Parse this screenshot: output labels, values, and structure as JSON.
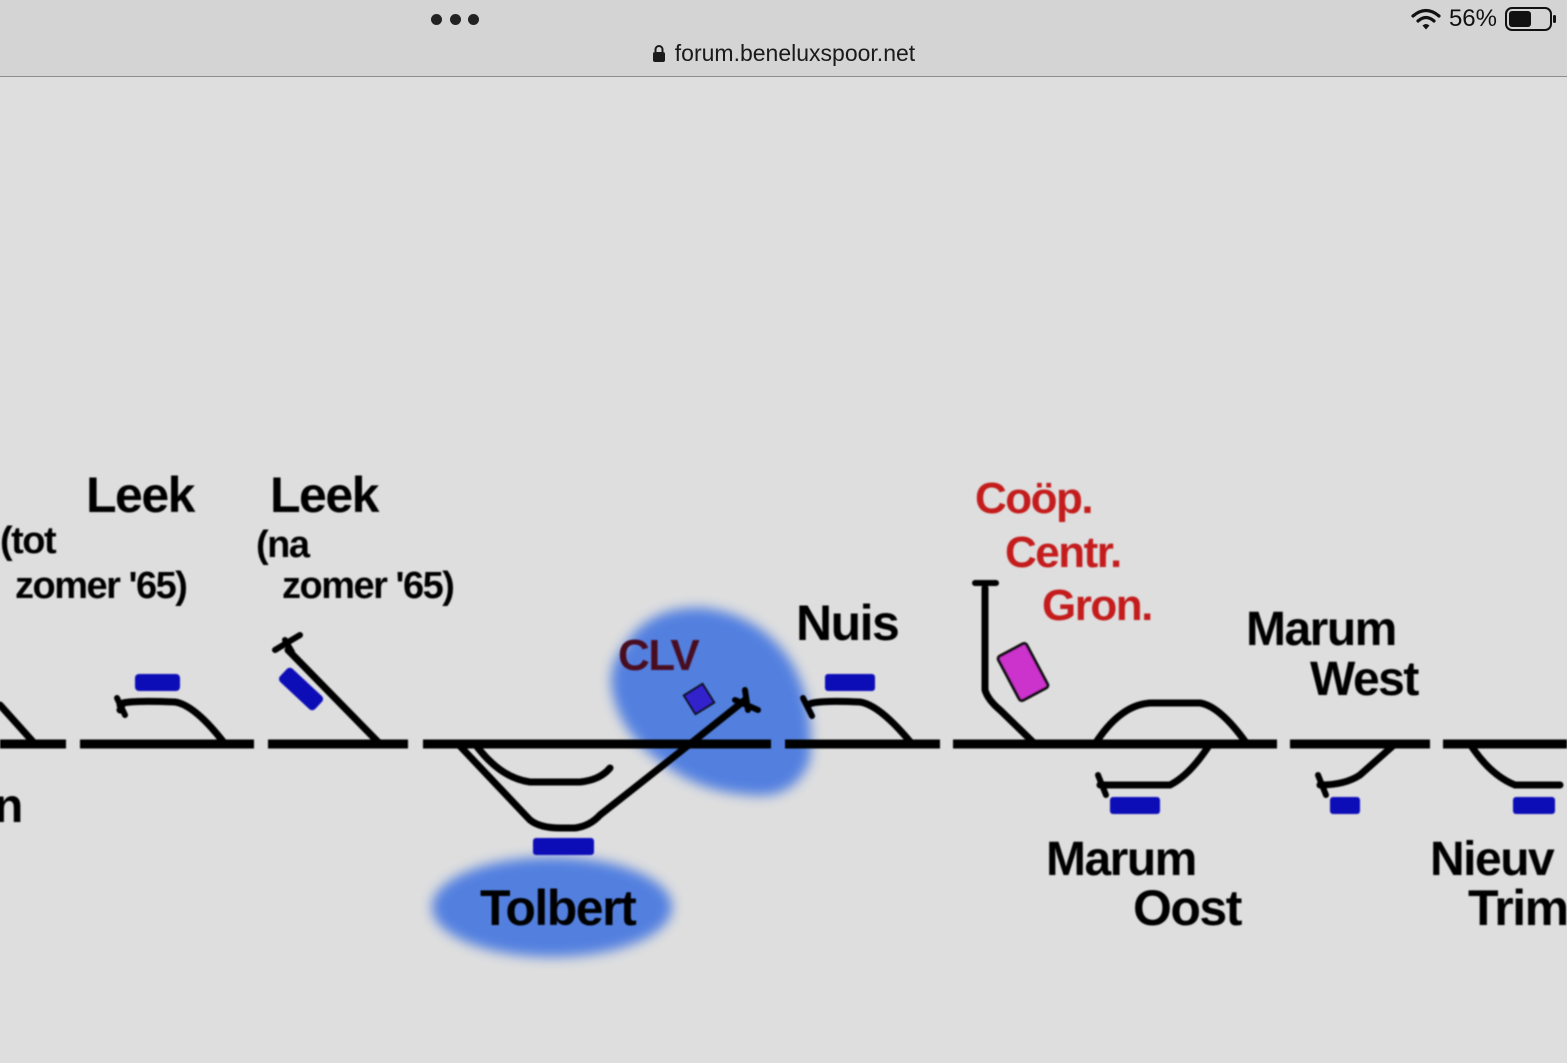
{
  "browser": {
    "url": "forum.beneluxspoor.net",
    "battery_percent": "56%",
    "battery_level": 0.56,
    "icons": [
      "more-dots-icon",
      "lock-icon",
      "wifi-icon",
      "battery-icon"
    ]
  },
  "diagram": {
    "colors": {
      "track": "#000000",
      "platform": "#0a0ab8",
      "highlight": "#3a6fe0",
      "industry_label": "#c41a1a",
      "industry_block": "#cc33cc"
    },
    "stations": {
      "partial_left": "n",
      "leek_old": {
        "name": "Leek",
        "note_1": "(tot",
        "note_2": "zomer '65)"
      },
      "leek_new": {
        "name": "Leek",
        "note_1": "(na",
        "note_2": "zomer '65)"
      },
      "tolbert": "Tolbert",
      "clv": "CLV",
      "nuis": "Nuis",
      "coop": {
        "line_1": "Coöp.",
        "line_2": "Centr.",
        "line_3": "Gron."
      },
      "marum_west": {
        "line_1": "Marum",
        "line_2": "West"
      },
      "marum_oost": {
        "line_1": "Marum",
        "line_2": "Oost"
      },
      "nieuw_trim": {
        "line_1": "Nieuv",
        "line_2": "Trim"
      }
    }
  }
}
